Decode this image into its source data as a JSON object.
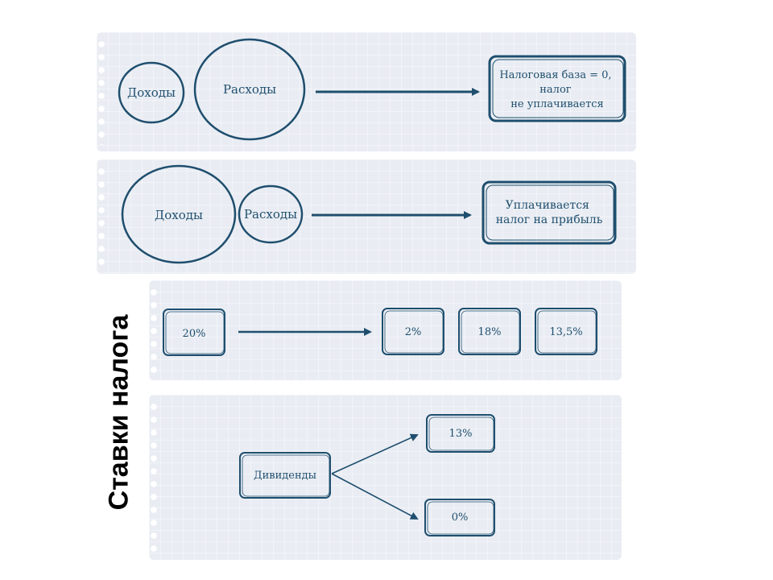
{
  "panel1": {
    "income": "Доходы",
    "expenses": "Расходы",
    "result_lines": [
      "Налоговая база = 0,",
      "налог",
      "не уплачивается"
    ]
  },
  "panel2": {
    "income": "Доходы",
    "expenses": "Расходы",
    "result_lines": [
      "Уплачивается",
      "налог на прибыль"
    ]
  },
  "panel3": {
    "base_rate": "20%",
    "split_rates": [
      "2%",
      "18%",
      "13,5%"
    ]
  },
  "panel4": {
    "dividends": "Дивиденды",
    "rate_a": "13%",
    "rate_b": "0%"
  },
  "side_title": "Ставки налога",
  "colors": {
    "ink": "#1f4e6e",
    "panel": "#e9edf3"
  }
}
